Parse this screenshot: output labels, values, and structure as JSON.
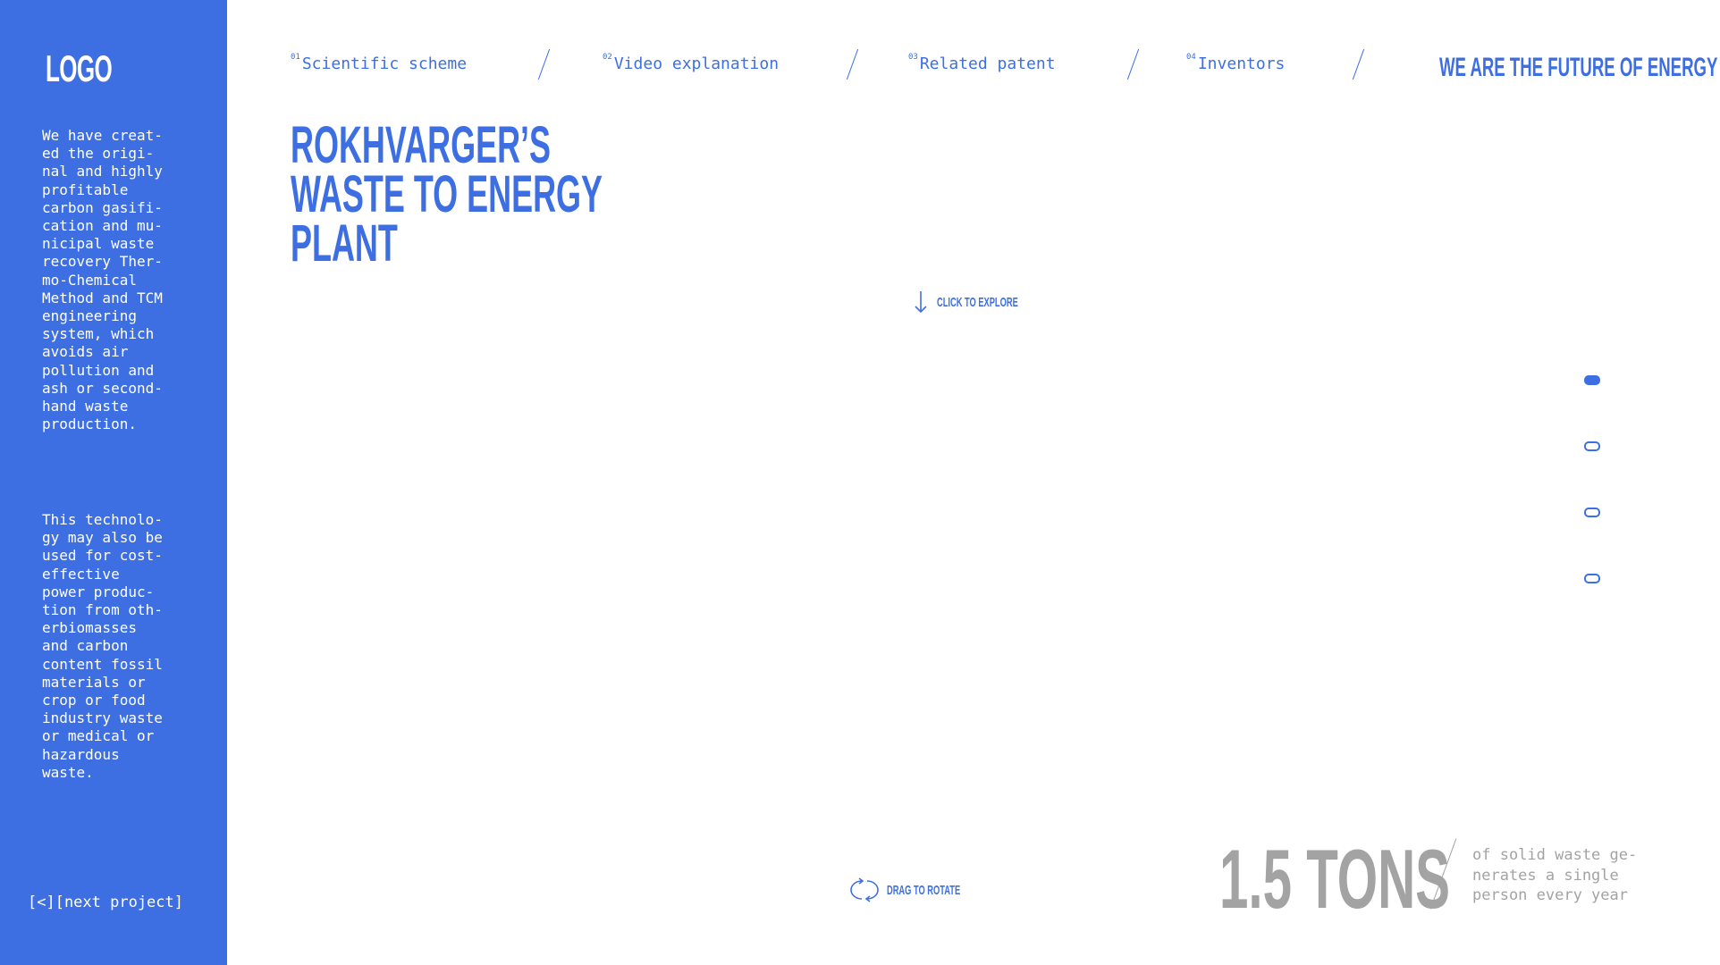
{
  "sidebar": {
    "logo": "LOGO",
    "paragraph1": "We have creat-\ned the origi-\nnal and highly\nprofitable\ncarbon gasifi-\ncation and mu-\nnicipal waste\nrecovery Ther-\nmo-Chemical\nMethod and TCM\nengineering\nsystem, which\navoids air\npollution and\nash or second-\nhand waste\nproduction.",
    "paragraph2": "This technolo-\ngy may also be\nused for cost-\neffective\npower produc-\ntion from oth-\nerbiomasses\nand carbon\ncontent fossil\nmaterials or\ncrop or food\nindustry waste\nor medical or\nhazardous\nwaste.",
    "next_project": "[<][next project]"
  },
  "nav": {
    "items": [
      {
        "num": "01",
        "label": "Scientific scheme"
      },
      {
        "num": "02",
        "label": "Video explanation"
      },
      {
        "num": "03",
        "label": "Related patent"
      },
      {
        "num": "04",
        "label": "Inventors"
      }
    ],
    "tagline": "WE ARE THE FUTURE OF ENERGY"
  },
  "hero": {
    "title_lines": [
      "ROKHVARGER’S",
      "WASTE TO ENERGY",
      "PLANT"
    ],
    "explore": "CLICK TO EXPLORE",
    "rotate": "DRAG TO ROTATE"
  },
  "pager": {
    "count": 4,
    "active_index": 0
  },
  "stat": {
    "value": "1.5 TONS",
    "caption": "of solid waste ge-\nnerates a single\nperson every year"
  },
  "colors": {
    "accent": "#3d6fe3",
    "muted": "#a3a3a3"
  }
}
